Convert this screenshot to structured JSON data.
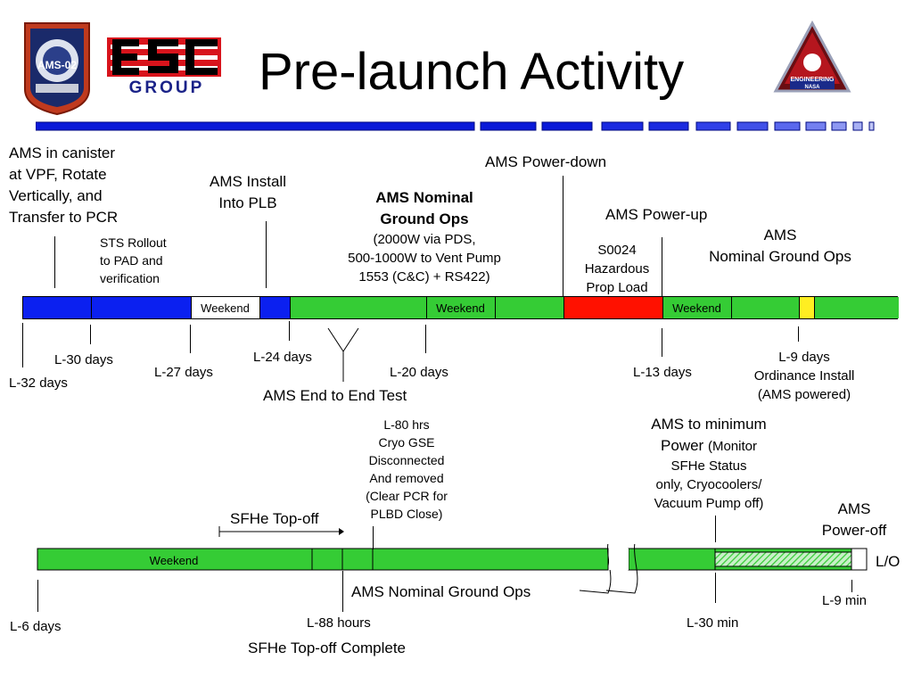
{
  "header": {
    "title": "Pre-launch Activity",
    "logo_left_text": "AMS-02",
    "logo_group_text": "GROUP",
    "logo_right_text_1": "ENGINEERING",
    "logo_right_text_2": "NASA"
  },
  "colors": {
    "blue": "#0b20f0",
    "green": "#35cc35",
    "red": "#ff1100",
    "yellow": "#ffee22",
    "white": "#ffffff",
    "progress_bar": "#0a1ad8"
  },
  "timeline1": {
    "weekend_labels": [
      "Weekend",
      "Weekend",
      "Weekend"
    ],
    "above": {
      "canister": [
        "AMS in canister",
        "at VPF, Rotate",
        "Vertically, and",
        "Transfer to PCR"
      ],
      "rollout": [
        "STS Rollout",
        "to PAD and",
        "verification"
      ],
      "install": [
        "AMS Install",
        "Into PLB"
      ],
      "nominal_title": [
        "AMS Nominal",
        "Ground Ops"
      ],
      "nominal_detail": [
        "(2000W via PDS,",
        "500-1000W to Vent Pump",
        "1553 (C&C) + RS422)"
      ],
      "power_down": "AMS Power-down",
      "s0024": [
        "S0024",
        "Hazardous",
        "Prop Load"
      ],
      "power_up": "AMS Power-up",
      "nominal2": [
        "AMS",
        "Nominal Ground Ops"
      ]
    },
    "below": {
      "l32": "L-32 days",
      "l30": "L-30 days",
      "l27": "L-27 days",
      "l24": "L-24 days",
      "e2e": "AMS End to End Test",
      "l20": "L-20 days",
      "l13": "L-13 days",
      "l9": [
        "L-9 days",
        "Ordinance Install",
        "(AMS powered)"
      ]
    }
  },
  "timeline2": {
    "weekend_label": "Weekend",
    "above": {
      "l80": [
        "L-80 hrs",
        "Cryo GSE",
        "Disconnected",
        "And removed",
        "(Clear PCR for",
        "PLBD Close)"
      ],
      "topoff": "SFHe Top-off",
      "min_power_1": "AMS to minimum",
      "min_power_2a": "Power ",
      "min_power_2b": "(Monitor",
      "min_power_rest": [
        "SFHe Status",
        "only, Cryocoolers/",
        "Vacuum Pump off)"
      ],
      "power_off": [
        "AMS",
        "Power-off"
      ]
    },
    "below": {
      "l6": "L-6 days",
      "l88": "L-88 hours",
      "topoff_complete": "SFHe Top-off Complete",
      "nominal": "AMS Nominal Ground Ops",
      "l30min": "L-30 min",
      "l9min": "L-9 min",
      "lo": "L/O"
    }
  }
}
